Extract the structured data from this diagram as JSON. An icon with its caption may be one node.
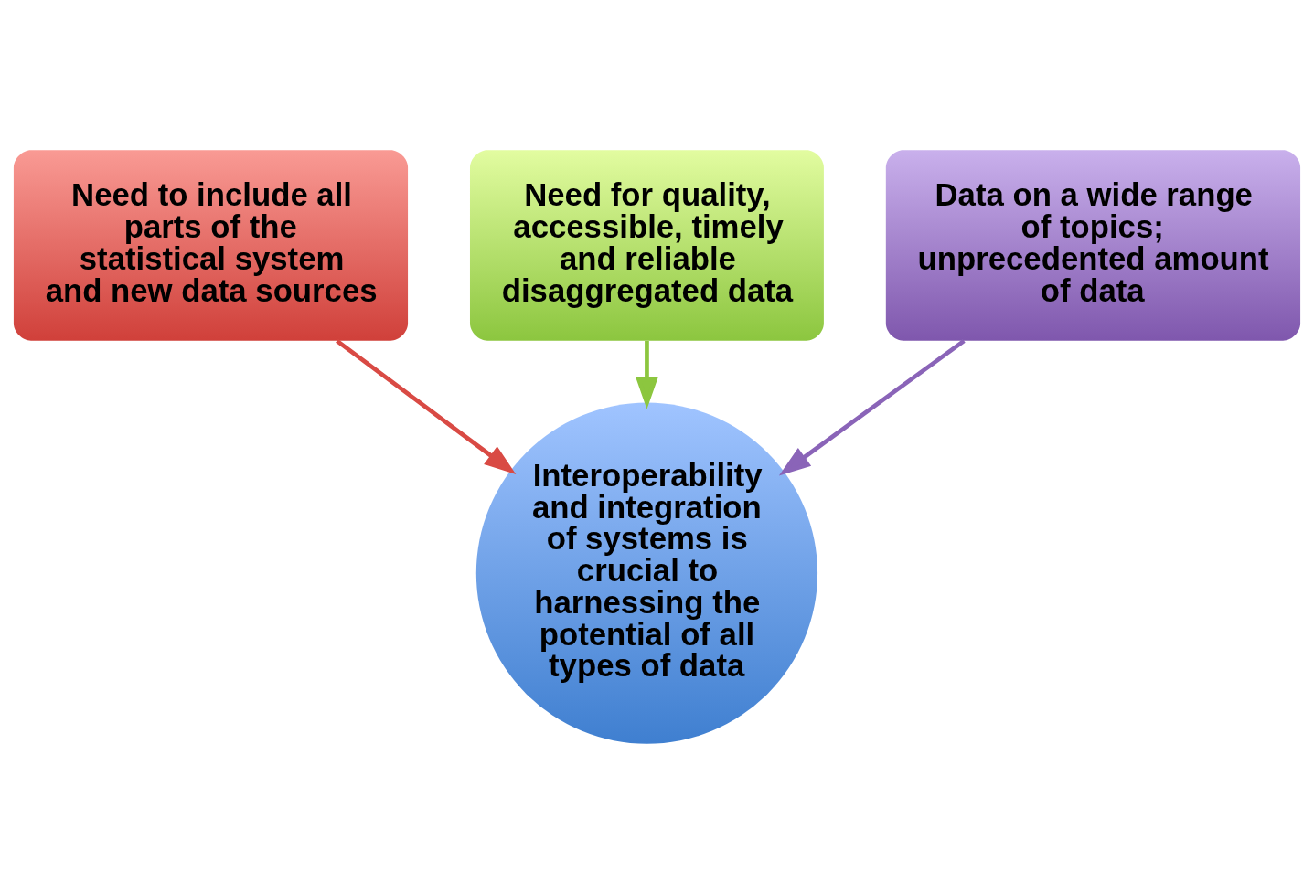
{
  "diagram": {
    "nodes": [
      {
        "text": [
          "Need for quality, accessible, timely and reliable disaggregated data"
        ]
      },
      {
        "text": [
          "Need to include all parts of the statistical system and new data sources"
        ]
      },
      {
        "text": [
          "Data on a wide range of topics; unprecedented amount of data"
        ]
      },
      {
        "text": [
          "Interoperability and integration of systems is crucial to harnessing the potential of all types of data"
        ]
      }
    ],
    "edges": [
      {
        "from": 0,
        "to": 3,
        "arrow": "to",
        "color": "#8cc63f"
      },
      {
        "from": 1,
        "to": 3,
        "arrow": "to",
        "color": "#d94a44"
      },
      {
        "from": 2,
        "to": 3,
        "arrow": "to",
        "color": "#8a64b8"
      }
    ]
  }
}
